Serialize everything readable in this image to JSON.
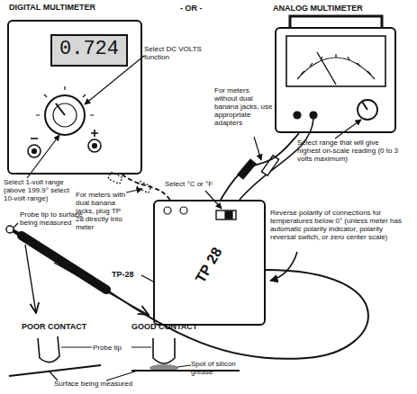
{
  "diagram": {
    "nodes": [
      {
        "text": [
          "DIGITAL MULTIMETER",
          "0.724"
        ]
      },
      {
        "text": [
          "ANALOG MULTIMETER"
        ]
      },
      {
        "text": [
          "TP 28"
        ]
      }
    ],
    "edges": [
      {
        "from": 2,
        "to": 0,
        "arrow": "none"
      },
      {
        "from": 2,
        "to": 1,
        "arrow": "none"
      }
    ],
    "labels": [
      "- OR -",
      "Select DC VOLTS function",
      "For meters without dual banana jacks, use appropriate adapters",
      "Select 1-volt range (above 199.9° select 10-volt range)",
      "Select range that will give highest on-scale reading (0 to 3 volts maximum)",
      "For meters with dual banana jacks, plug TP 28 directly into meter",
      "Select °C or °F",
      "Reverse polarity of connections for temperatures below 0° (unless meter has automatic polarity indicator, polarity reversal switch, or zero center scale)",
      "Probe tip to surface being measured",
      "TP-28",
      "POOR CONTACT",
      "GOOD CONTACT",
      "Probe tip",
      "Surface being measured",
      "Spot of silicon grease"
    ]
  }
}
